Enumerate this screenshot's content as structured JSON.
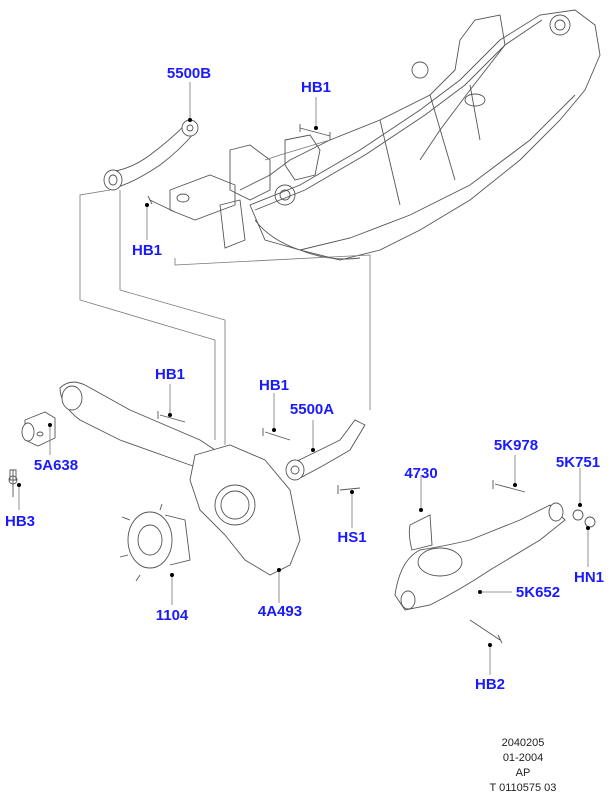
{
  "diagram": {
    "part_color": "#1a1aff",
    "callouts": [
      {
        "id": "5500B-upper",
        "label": "5500B"
      },
      {
        "id": "HB1-top",
        "label": "HB1"
      },
      {
        "id": "HB1-left",
        "label": "HB1"
      },
      {
        "id": "HB1-mid-left",
        "label": "HB1"
      },
      {
        "id": "HB1-mid-right",
        "label": "HB1"
      },
      {
        "id": "5500A",
        "label": "5500A"
      },
      {
        "id": "5A638",
        "label": "5A638"
      },
      {
        "id": "HB3",
        "label": "HB3"
      },
      {
        "id": "HS1",
        "label": "HS1"
      },
      {
        "id": "1104",
        "label": "1104"
      },
      {
        "id": "4A493",
        "label": "4A493"
      },
      {
        "id": "4730",
        "label": "4730"
      },
      {
        "id": "5K978",
        "label": "5K978"
      },
      {
        "id": "5K751",
        "label": "5K751"
      },
      {
        "id": "HN1",
        "label": "HN1"
      },
      {
        "id": "5K652",
        "label": "5K652"
      },
      {
        "id": "HB2",
        "label": "HB2"
      }
    ]
  },
  "footer": {
    "code": "2040205",
    "date": "01-2004",
    "region": "AP",
    "ref": "T 0110575 03"
  }
}
